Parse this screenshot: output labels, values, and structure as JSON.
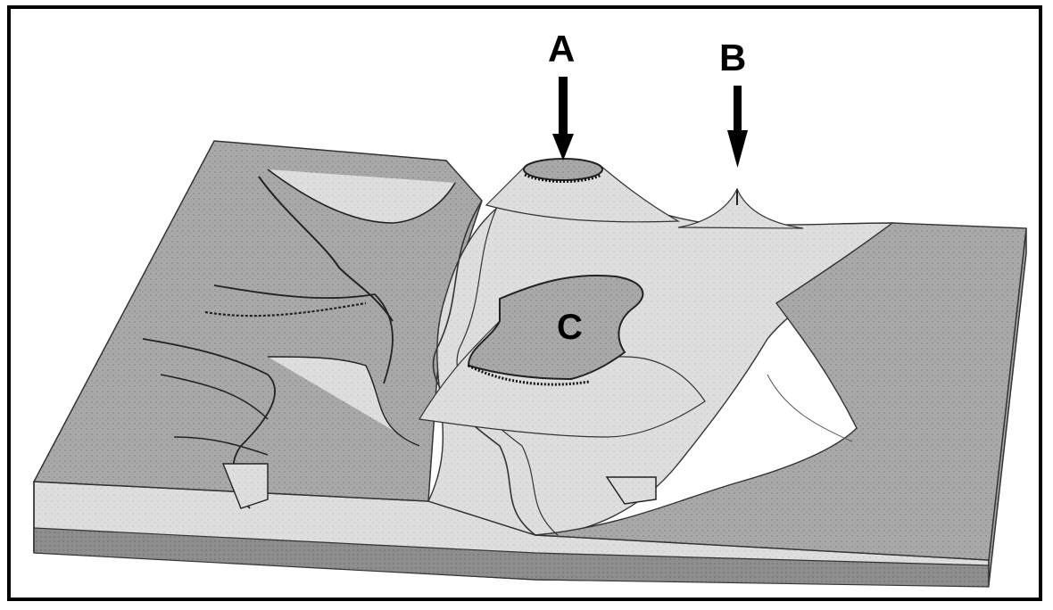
{
  "labels": {
    "a": "A",
    "b": "B",
    "c": "C"
  },
  "colors": {
    "frame": "#000000",
    "plateau_top": "#a8a8a8",
    "slope": "#e2e2e2",
    "valley_floor": "#c9c9c9",
    "block_side_light": "#d0d0d0",
    "block_side_dark": "#8c8c8c",
    "arrow": "#000000"
  }
}
